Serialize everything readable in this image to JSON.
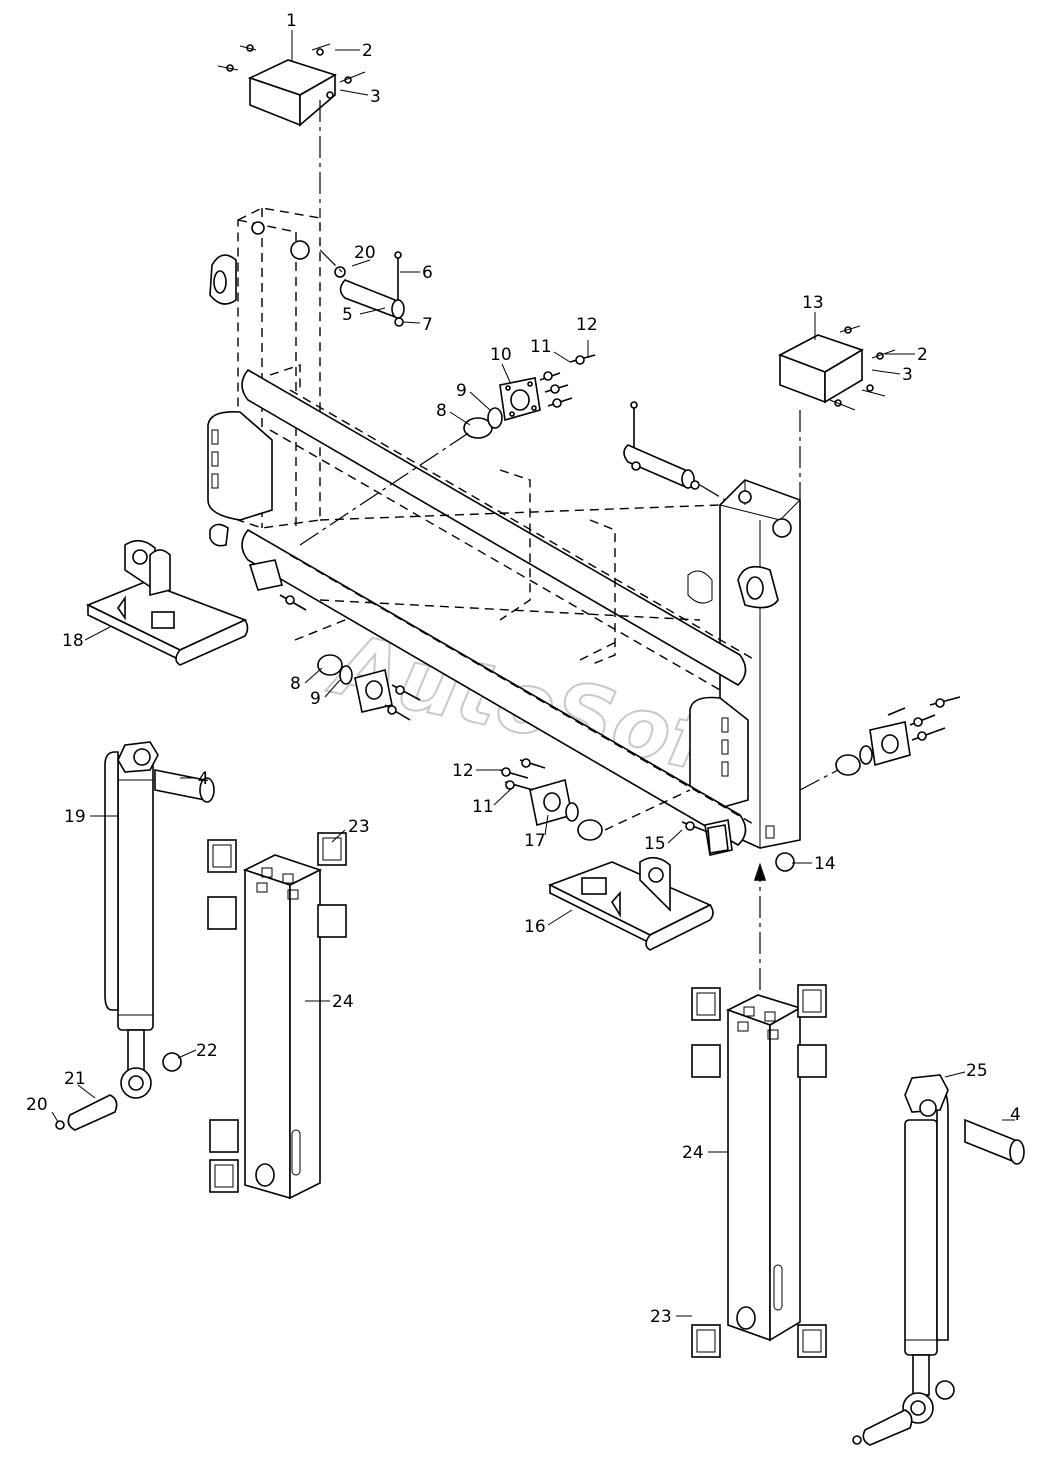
{
  "watermark": "AutoSoft",
  "callouts": [
    {
      "id": "c1",
      "label": "1"
    },
    {
      "id": "c2a",
      "label": "2"
    },
    {
      "id": "c3a",
      "label": "3"
    },
    {
      "id": "c20a",
      "label": "20"
    },
    {
      "id": "c6",
      "label": "6"
    },
    {
      "id": "c5",
      "label": "5"
    },
    {
      "id": "c7",
      "label": "7"
    },
    {
      "id": "c13",
      "label": "13"
    },
    {
      "id": "c2b",
      "label": "2"
    },
    {
      "id": "c3b",
      "label": "3"
    },
    {
      "id": "c12a",
      "label": "12"
    },
    {
      "id": "c11a",
      "label": "11"
    },
    {
      "id": "c10",
      "label": "10"
    },
    {
      "id": "c9a",
      "label": "9"
    },
    {
      "id": "c8a",
      "label": "8"
    },
    {
      "id": "c18",
      "label": "18"
    },
    {
      "id": "c8b",
      "label": "8"
    },
    {
      "id": "c9b",
      "label": "9"
    },
    {
      "id": "c4a",
      "label": "4"
    },
    {
      "id": "c19",
      "label": "19"
    },
    {
      "id": "c23a",
      "label": "23"
    },
    {
      "id": "c12b",
      "label": "12"
    },
    {
      "id": "c11b",
      "label": "11"
    },
    {
      "id": "c17",
      "label": "17"
    },
    {
      "id": "c15",
      "label": "15"
    },
    {
      "id": "c14",
      "label": "14"
    },
    {
      "id": "c16",
      "label": "16"
    },
    {
      "id": "c24a",
      "label": "24"
    },
    {
      "id": "c22",
      "label": "22"
    },
    {
      "id": "c21",
      "label": "21"
    },
    {
      "id": "c20b",
      "label": "20"
    },
    {
      "id": "c25",
      "label": "25"
    },
    {
      "id": "c4b",
      "label": "4"
    },
    {
      "id": "c24b",
      "label": "24"
    },
    {
      "id": "c23b",
      "label": "23"
    }
  ]
}
